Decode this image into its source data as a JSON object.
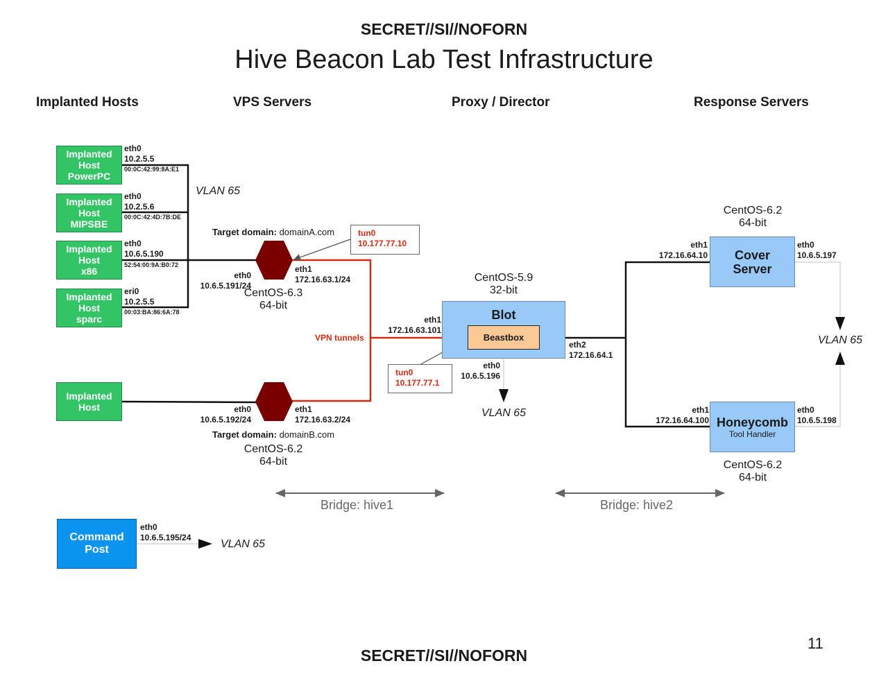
{
  "classification_top": "SECRET//SI//NOFORN",
  "classification_bottom": "SECRET//SI//NOFORN",
  "title": "Hive Beacon Lab Test Infrastructure",
  "page_number": "11",
  "columns": {
    "implanted_hosts": "Implanted Hosts",
    "vps_servers": "VPS Servers",
    "proxy_director": "Proxy / Director",
    "response_servers": "Response Servers"
  },
  "implanted_hosts": [
    {
      "line1": "Implanted",
      "line2": "Host",
      "line3": "PowerPC",
      "iface": "eth0",
      "ip": "10.2.5.5",
      "mac": "00:0C:42:99:8A:E1"
    },
    {
      "line1": "Implanted",
      "line2": "Host",
      "line3": "MIPSBE",
      "iface": "eth0",
      "ip": "10.2.5.6",
      "mac": "00:0C:42:4D:7B:DE"
    },
    {
      "line1": "Implanted",
      "line2": "Host",
      "line3": "x86",
      "iface": "eth0",
      "ip": "10.6.5.190",
      "mac": "52:54:00:9A:B0:72"
    },
    {
      "line1": "Implanted",
      "line2": "Host",
      "line3": "sparc",
      "iface": "eri0",
      "ip": "10.2.5.5",
      "mac": "00:03:BA:86:6A:78"
    },
    {
      "line1": "Implanted",
      "line2": "Host"
    }
  ],
  "vlan_label": "VLAN 65",
  "vps": [
    {
      "target_label": "Target domain:",
      "target_domain": "domainA.com",
      "eth0_name": "eth0",
      "eth0_ip": "10.6.5.191/24",
      "eth1_name": "eth1",
      "eth1_ip": "172.16.63.1/24",
      "os": "CentOS-6.3",
      "arch": "64-bit",
      "tun_name": "tun0",
      "tun_ip": "10.177.77.10"
    },
    {
      "target_label": "Target domain:",
      "target_domain": "domainB.com",
      "eth0_name": "eth0",
      "eth0_ip": "10.6.5.192/24",
      "eth1_name": "eth1",
      "eth1_ip": "172.16.63.2/24",
      "os": "CentOS-6.2",
      "arch": "64-bit"
    }
  ],
  "vpn_tunnels_label": "VPN tunnels",
  "blot": {
    "name": "Blot",
    "inner": "Beastbox",
    "os": "CentOS-5.9",
    "arch": "32-bit",
    "eth1_name": "eth1",
    "eth1_ip": "172.16.63.101",
    "eth0_name": "eth0",
    "eth0_ip": "10.6.5.196",
    "eth2_name": "eth2",
    "eth2_ip": "172.16.64.1",
    "tun_name": "tun0",
    "tun_ip": "10.177.77.1"
  },
  "cover_server": {
    "line1": "Cover",
    "line2": "Server",
    "os": "CentOS-6.2",
    "arch": "64-bit",
    "eth1_name": "eth1",
    "eth1_ip": "172.16.64.10",
    "eth0_name": "eth0",
    "eth0_ip": "10.6.5.197"
  },
  "honeycomb": {
    "name": "Honeycomb",
    "sub": "Tool Handler",
    "os": "CentOS-6.2",
    "arch": "64-bit",
    "eth1_name": "eth1",
    "eth1_ip": "172.16.64.100",
    "eth0_name": "eth0",
    "eth0_ip": "10.6.5.198"
  },
  "command_post": {
    "line1": "Command",
    "line2": "Post",
    "iface": "eth0",
    "ip": "10.6.5.195/24"
  },
  "bridges": [
    "Bridge: hive1",
    "Bridge: hive2"
  ],
  "colors": {
    "implanted": "#33c466",
    "vps_hex": "#7a0000",
    "server": "#99c9f7",
    "beastbox": "#fbc996",
    "command_post": "#0b93f0",
    "vpn": "#d42a12"
  }
}
